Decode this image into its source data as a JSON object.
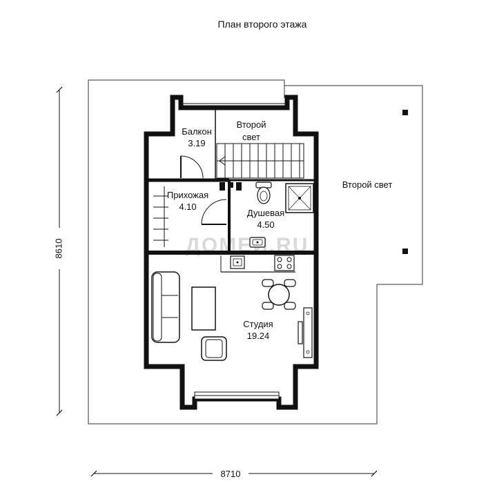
{
  "title": "План второго этажа",
  "watermark": "ДОМЕИ.RU",
  "dimensions": {
    "width": "8710",
    "height": "8610"
  },
  "rooms": {
    "balcony": {
      "name": "Балкон",
      "area": "3.19"
    },
    "second_light_inner": {
      "line1": "Второй",
      "line2": "свет"
    },
    "hallway": {
      "name": "Прихожая",
      "area": "4.10"
    },
    "shower": {
      "name": "Душевая",
      "area": "4.50"
    },
    "studio": {
      "name": "Студия",
      "area": "19.24"
    },
    "second_light_outer": {
      "name": "Второй свет"
    }
  }
}
